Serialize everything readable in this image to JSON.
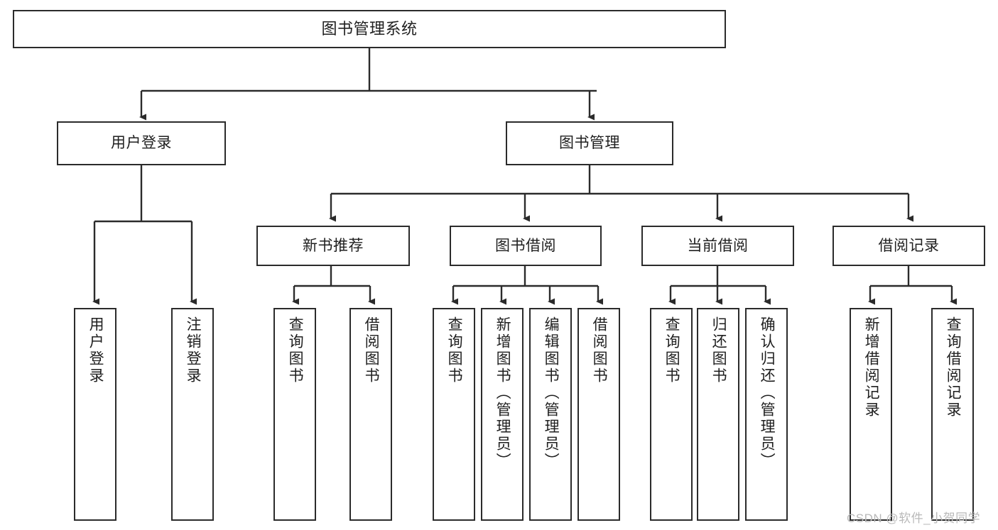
{
  "diagram": {
    "type": "tree",
    "title": "图书管理系统",
    "orientation": "top-down",
    "line_color": "#2b2b2b",
    "box_fill": "#ffffff",
    "text_color": "#1f1f1f"
  },
  "nodes": {
    "root": {
      "label": "图书管理系统",
      "level": 1
    },
    "l2": [
      {
        "id": "user_login",
        "label": "用户登录",
        "level": 2
      },
      {
        "id": "book_manage",
        "label": "图书管理",
        "level": 2
      }
    ],
    "l3": [
      {
        "id": "new_book_rec",
        "label": "新书推荐",
        "level": 3,
        "parent": "book_manage"
      },
      {
        "id": "book_borrow",
        "label": "图书借阅",
        "level": 3,
        "parent": "book_manage"
      },
      {
        "id": "current_borrow",
        "label": "当前借阅",
        "level": 3,
        "parent": "book_manage"
      },
      {
        "id": "borrow_record",
        "label": "借阅记录",
        "level": 3,
        "parent": "book_manage"
      }
    ],
    "leaves": [
      {
        "id": "leaf_user_login",
        "label": "用户登录",
        "parent": "user_login"
      },
      {
        "id": "leaf_logout",
        "label": "注销登录",
        "parent": "user_login"
      },
      {
        "id": "leaf_query_book_1",
        "label": "查询图书",
        "parent": "new_book_rec"
      },
      {
        "id": "leaf_borrow_book_1",
        "label": "借阅图书",
        "parent": "new_book_rec"
      },
      {
        "id": "leaf_query_book_2",
        "label": "查询图书",
        "parent": "book_borrow"
      },
      {
        "id": "leaf_add_book",
        "label": "新增图书（管理员）",
        "parent": "book_borrow"
      },
      {
        "id": "leaf_edit_book",
        "label": "编辑图书（管理员）",
        "parent": "book_borrow"
      },
      {
        "id": "leaf_borrow_book_2",
        "label": "借阅图书",
        "parent": "book_borrow"
      },
      {
        "id": "leaf_query_book_3",
        "label": "查询图书",
        "parent": "current_borrow"
      },
      {
        "id": "leaf_return_book",
        "label": "归还图书",
        "parent": "current_borrow"
      },
      {
        "id": "leaf_confirm_return",
        "label": "确认归还（管理员）",
        "parent": "current_borrow"
      },
      {
        "id": "leaf_add_record",
        "label": "新增借阅记录",
        "parent": "borrow_record"
      },
      {
        "id": "leaf_query_record",
        "label": "查询借阅记录",
        "parent": "borrow_record"
      }
    ]
  },
  "watermark": {
    "text": "CSDN @软件_小贺同学"
  }
}
